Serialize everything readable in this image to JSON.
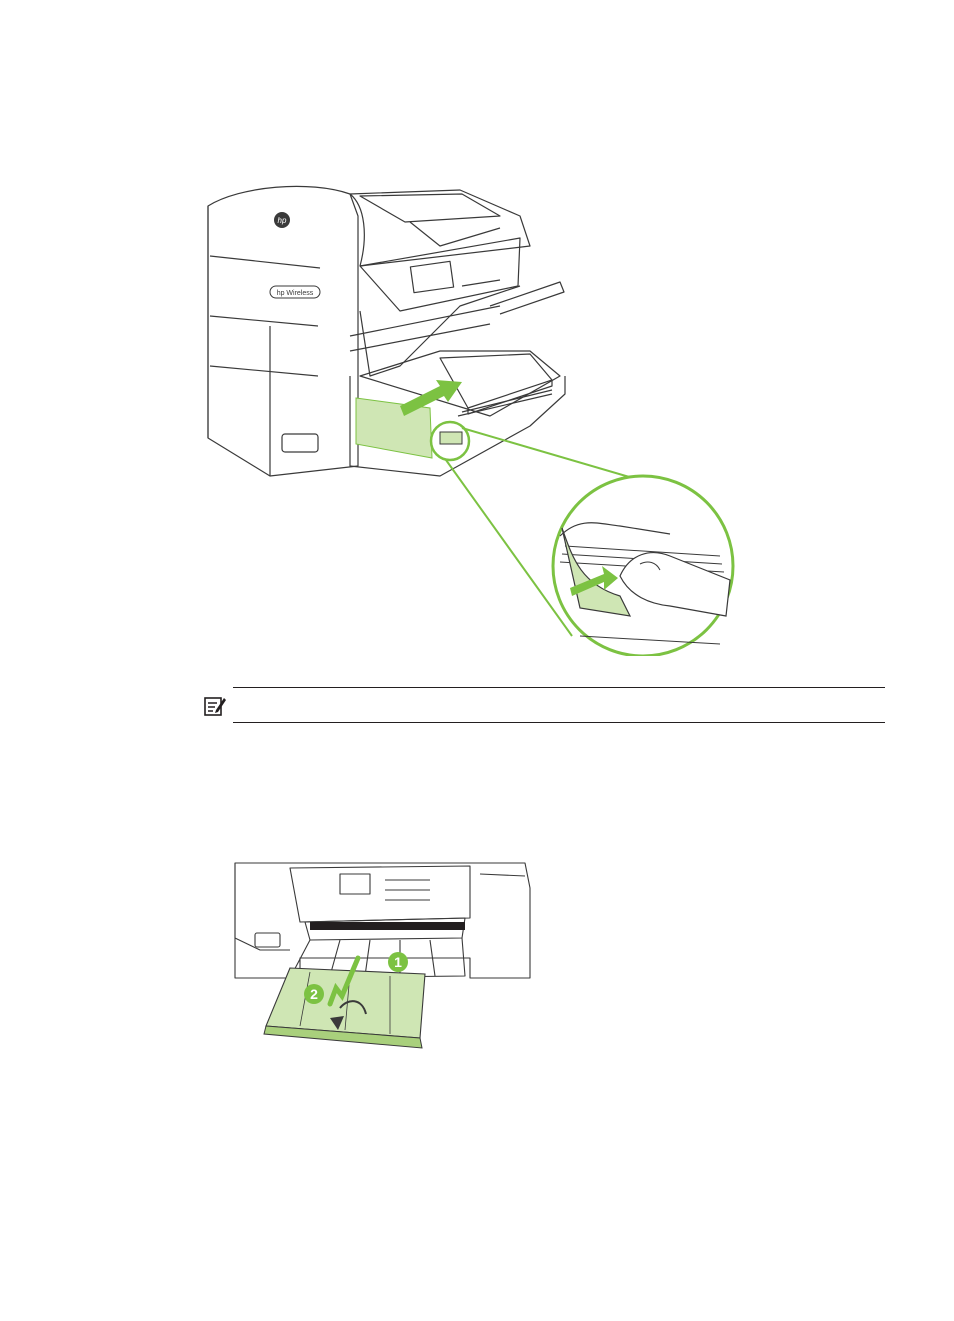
{
  "page": {
    "figures": [
      {
        "name": "printer-tray-guide-illustration",
        "callout": ""
      },
      {
        "name": "tray-extension-illustration",
        "callouts": [
          "1",
          "2"
        ]
      }
    ],
    "note": {
      "icon": "note-pad-icon",
      "text": ""
    }
  },
  "colors": {
    "highlight_green": "#7cc242",
    "highlight_fill": "#cfe6b4",
    "line_art": "#3a3a3a",
    "paper": "#ffffff"
  },
  "brand": {
    "logo_text": "hp",
    "badge_text": "hp Wireless"
  },
  "callouts": {
    "step_1": "1",
    "step_2": "2"
  }
}
